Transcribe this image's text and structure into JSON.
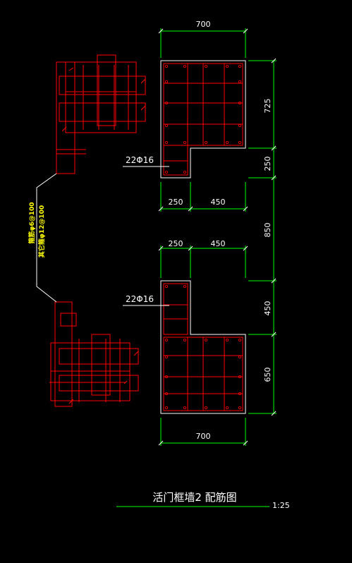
{
  "drawing": {
    "title": "活门框墙2 配筋图",
    "scale": "1:25"
  },
  "dims": {
    "top_width": "700",
    "top_right_1": "725",
    "top_right_2": "250",
    "top_bottom_1": "250",
    "top_bottom_2": "450",
    "middle": "850",
    "bot_top_1": "250",
    "bot_top_2": "450",
    "bot_right_1": "450",
    "bot_right_2": "650",
    "bot_width": "700"
  },
  "labels": {
    "rebar_top": "22Φ16",
    "rebar_bottom": "22Φ16",
    "yellow_1": "箍筋φ6@100",
    "yellow_2": "其它箍φ12@100"
  },
  "colors": {
    "background": "#000000",
    "rebar": "#ff0000",
    "outline": "#ffffff",
    "dimension": "#00ff00",
    "text": "#ffffff",
    "note": "#ffff00"
  }
}
